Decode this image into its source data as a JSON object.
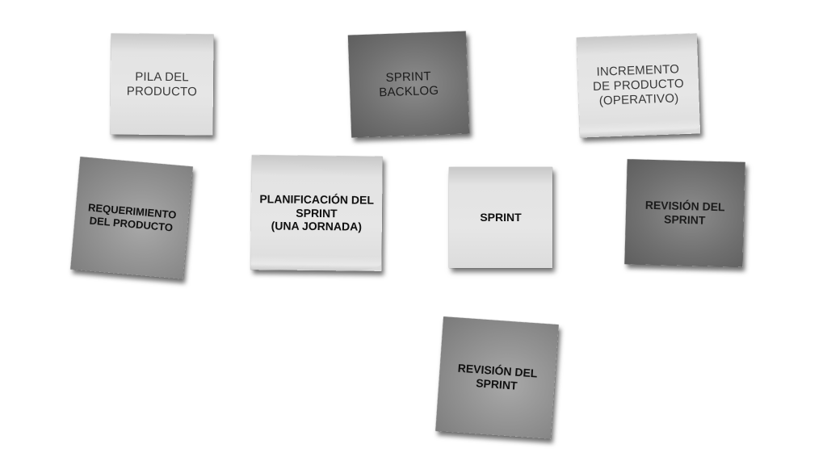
{
  "notes": [
    {
      "text": "PILA DEL\nPRODUCTO"
    },
    {
      "text": "SPRINT\nBACKLOG"
    },
    {
      "text": "INCREMENTO\nDE PRODUCTO\n(OPERATIVO)"
    },
    {
      "text": "REQUERIMIENTO\nDEL PRODUCTO"
    },
    {
      "text": "PLANIFICACIÓN DEL\nSPRINT\n(UNA JORNADA)"
    },
    {
      "text": "SPRINT"
    },
    {
      "text": "REVISIÓN DEL\nSPRINT"
    },
    {
      "text": "REVISIÓN DEL\nSPRINT"
    }
  ],
  "colors": {
    "light_note": "#e3e3e3",
    "mid_note": "#8f8f8f",
    "dark_note": "#6f6f6f",
    "background": "#ffffff"
  }
}
